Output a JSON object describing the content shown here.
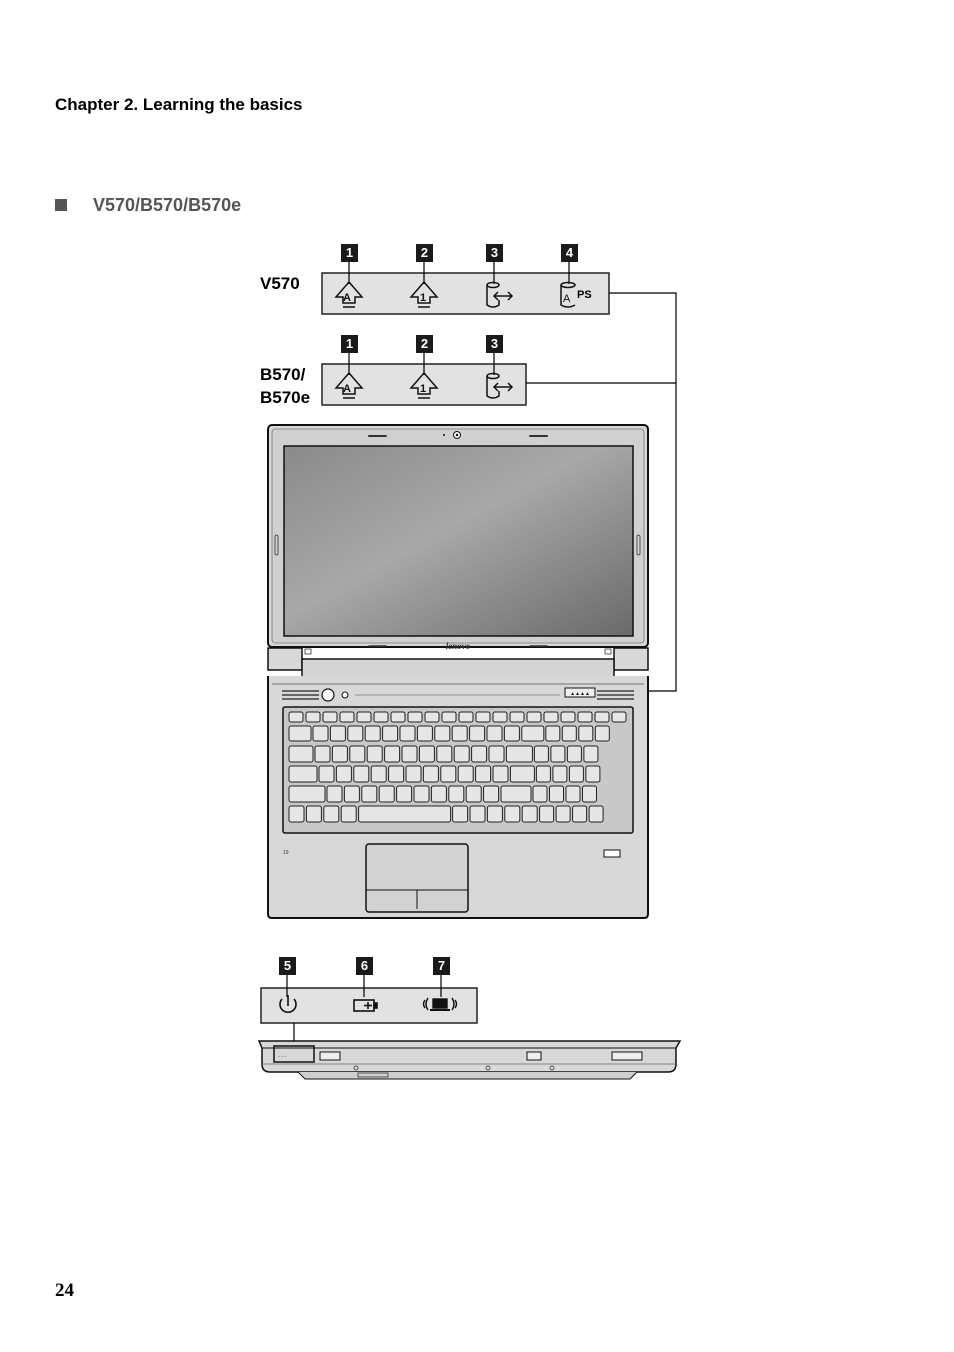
{
  "header": {
    "chapter_title": "Chapter 2. Learning the basics"
  },
  "section": {
    "title": "V570/B570/B570e"
  },
  "v570_panel": {
    "model_label": "V570",
    "callouts": [
      "1",
      "2",
      "3",
      "4"
    ],
    "icons": [
      "caps-lock-icon",
      "num-lock-icon",
      "hdd-activity-icon",
      "aps-icon"
    ],
    "aps_text": "PS"
  },
  "b570_panel": {
    "model_label_line1": "B570/",
    "model_label_line2": "B570e",
    "callouts": [
      "1",
      "2",
      "3"
    ],
    "icons": [
      "caps-lock-icon",
      "num-lock-icon",
      "hdd-activity-icon"
    ]
  },
  "laptop": {
    "brand": "lenovo"
  },
  "front_panel": {
    "callouts": [
      "5",
      "6",
      "7"
    ],
    "icons": [
      "power-icon",
      "battery-icon",
      "wireless-icon"
    ]
  },
  "footer": {
    "page_number": "24"
  }
}
